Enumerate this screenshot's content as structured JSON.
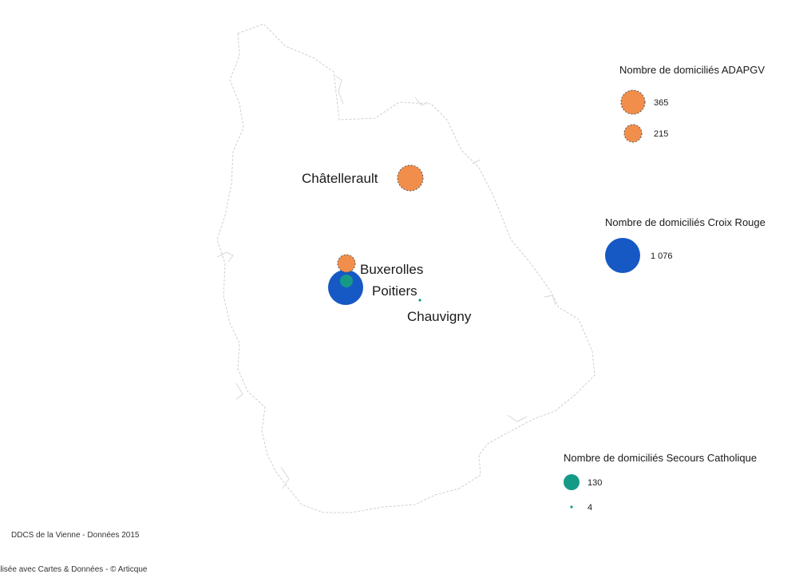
{
  "colors": {
    "adapgv": "#f28e4b",
    "croix_rouge": "#1659c4",
    "secours_catholique": "#169a88",
    "outline": "#cfcfcf"
  },
  "cities": [
    {
      "name": "Châtellerault"
    },
    {
      "name": "Buxerolles"
    },
    {
      "name": "Poitiers"
    },
    {
      "name": "Chauvigny"
    }
  ],
  "legends": {
    "adapgv": {
      "title": "Nombre de domiciliés ADAPGV",
      "values": [
        "365",
        "215"
      ]
    },
    "croix_rouge": {
      "title": "Nombre de domiciliés Croix Rouge",
      "values": [
        "1 076"
      ]
    },
    "secours_catholique": {
      "title": "Nombre de domiciliés Secours Catholique",
      "values": [
        "130",
        "4"
      ]
    }
  },
  "credits": {
    "source": "DDCS de la Vienne - Données 2015",
    "made_with": "Réalisée avec Cartes & Données - © Articque"
  }
}
